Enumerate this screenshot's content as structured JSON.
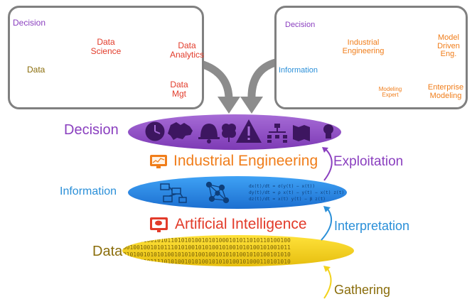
{
  "colors": {
    "decision": "#9b59c9",
    "information": "#2e8fe8",
    "data": "#f2d21c",
    "red": "#e23b2a",
    "orange": "#f07d1a",
    "olive": "#8a6d0b",
    "frame": "#808080",
    "arrow": "#8c8c8c",
    "green": "#1e9e3a"
  },
  "left_panel": {
    "decision": "Decision",
    "data": "Data",
    "science_line1": "Data",
    "science_line2": "Science",
    "analytics_line1": "Data",
    "analytics_line2": "Analytics",
    "mgt_line1": "Data",
    "mgt_line2": "Mgt"
  },
  "right_panel": {
    "decision": "Decision",
    "information": "Information",
    "ie_line1": "Industrial",
    "ie_line2": "Engineering",
    "mde_line1": "Model",
    "mde_line2": "Driven",
    "mde_line3": "Eng.",
    "em_line1": "Enterprise",
    "em_line2": "Modeling",
    "expert_line1": "Modeling",
    "expert_line2": "Expert"
  },
  "main": {
    "decision": "Decision",
    "industrial_engineering": "Industrial Engineering",
    "exploitation": "Exploitation",
    "information": "Information",
    "artificial_intelligence": "Artificial Intelligence",
    "interpretation": "Interpretation",
    "data": "Data",
    "gathering": "Gathering",
    "binary_rows": [
      "01010101001010110101010010101000101011010110100100",
      "10010010010101110101001010100101001010100101001011",
      "00101001010101001010101001001010101001010100101010",
      "10100101011110101001010100101010100101000110101010"
    ],
    "equations": [
      "dx(t)/dt = σ(y(t) − x(t))",
      "dy(t)/dt = ρ x(t) − y(t) − x(t) z(t)",
      "dz(t)/dt = x(t) y(t) − β z(t)"
    ]
  }
}
